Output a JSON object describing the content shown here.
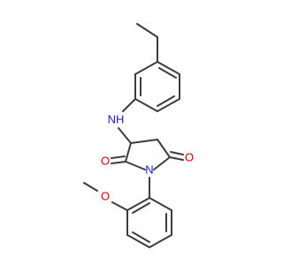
{
  "colors": {
    "carbon_bond": "#3c3c3c",
    "nitrogen": "#1a1acc",
    "oxygen": "#e00000",
    "background": "#ffffff"
  },
  "atoms": {
    "amine_nh": {
      "symbol": "NH",
      "color": "nitrogen"
    },
    "ring_n": {
      "symbol": "N",
      "color": "nitrogen"
    },
    "carbonyl_o_left": {
      "symbol": "O",
      "color": "oxygen"
    },
    "carbonyl_o_right": {
      "symbol": "O",
      "color": "oxygen"
    },
    "ether_o": {
      "symbol": "O",
      "color": "oxygen"
    }
  }
}
